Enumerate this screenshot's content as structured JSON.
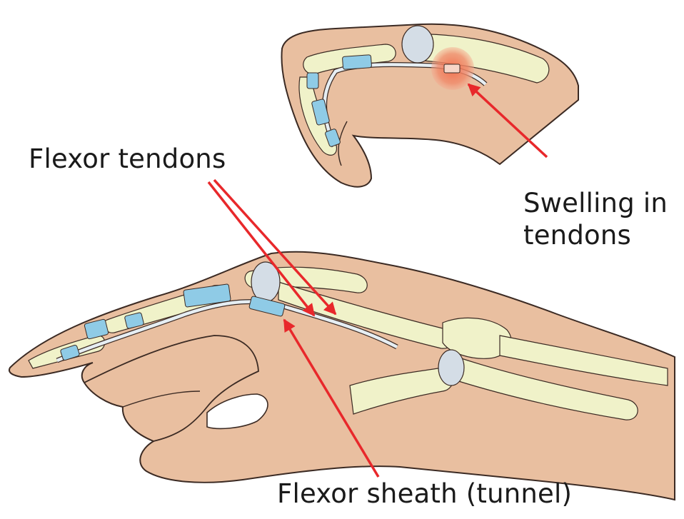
{
  "labels": {
    "flexor_tendons": "Flexor tendons",
    "swelling_line1": "Swelling in",
    "swelling_line2": "tendons",
    "flexor_sheath": "Flexor sheath (tunnel)"
  },
  "colors": {
    "skin": "#e9bfa0",
    "outline": "#3b2a23",
    "bone": "#f0f2c9",
    "joint": "#d4dde6",
    "tendon": "#e6eef3",
    "sheath": "#8fcbe6",
    "swelling": "#f07a58",
    "arrow": "#e8282b"
  }
}
